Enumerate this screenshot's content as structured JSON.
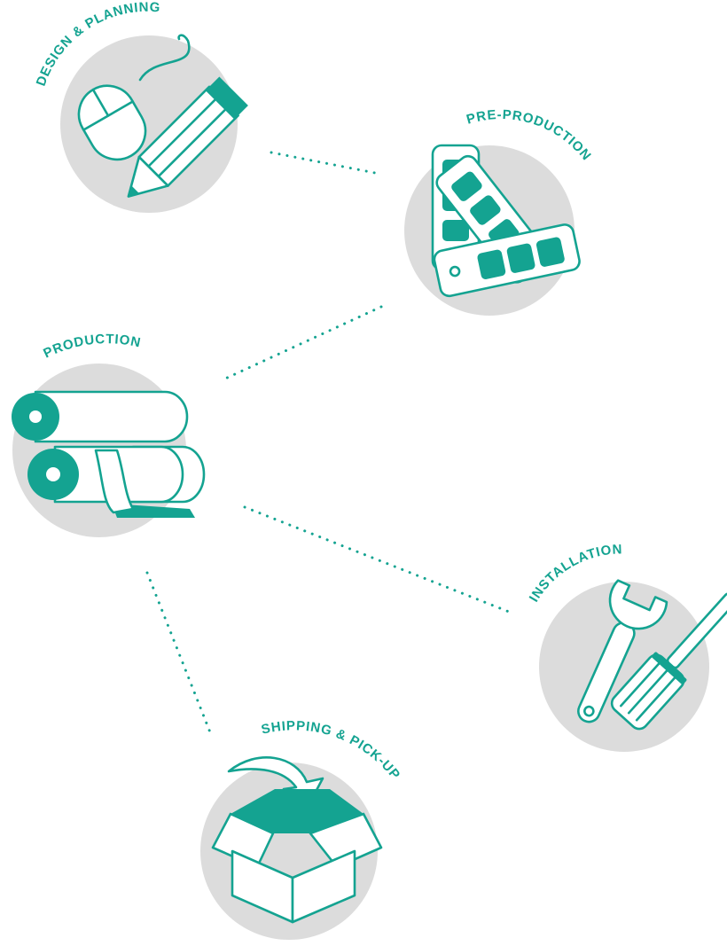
{
  "colors": {
    "accent": "#14a391",
    "circle": "#dcdcdc",
    "background": "#ffffff"
  },
  "stages": [
    {
      "id": "design",
      "label": "DESIGN & PLANNING",
      "icon": "mouse-and-pencil-icon"
    },
    {
      "id": "preproduction",
      "label": "PRE-PRODUCTION",
      "icon": "color-swatch-fan-icon"
    },
    {
      "id": "production",
      "label": "PRODUCTION",
      "icon": "material-rolls-icon"
    },
    {
      "id": "installation",
      "label": "INSTALLATION",
      "icon": "wrench-and-screwdriver-icon"
    },
    {
      "id": "shipping",
      "label": "SHIPPING & PICK-UP",
      "icon": "open-box-arrow-icon"
    }
  ]
}
